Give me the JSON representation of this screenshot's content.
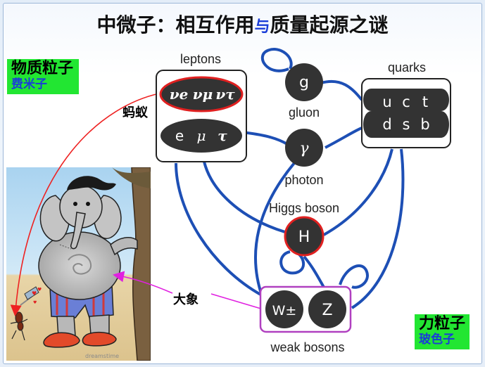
{
  "title": {
    "main": "中微子：相互作用",
    "connector": "与",
    "tail": "质量起源之谜"
  },
  "fermion_box": {
    "line1": "物质粒子",
    "line2": "费米子"
  },
  "boson_box": {
    "line1": "力粒子",
    "line2": "玻色子"
  },
  "annotations": {
    "ant": "蚂蚁",
    "elephant": "大象"
  },
  "diagram": {
    "leptons_label": "leptons",
    "quarks_label": "quarks",
    "gluon_label": "gluon",
    "photon_label": "photon",
    "higgs_label": "Higgs boson",
    "weak_label": "weak bosons",
    "gluon_symbol": "g",
    "photon_symbol": "γ",
    "higgs_symbol": "H",
    "w_symbol": "W±",
    "z_symbol": "Z",
    "neutrinos": [
      "νe",
      "νμ",
      "ντ"
    ],
    "charged_leptons": [
      "e",
      "μ",
      "τ"
    ],
    "quarks_top": [
      "u",
      "c",
      "t"
    ],
    "quarks_bottom": [
      "d",
      "s",
      "b"
    ]
  },
  "colors": {
    "line_blue": "#1d4fb5",
    "node_dark": "#333333",
    "highlight_red": "#e02020",
    "weak_box_purple": "#b040c0",
    "badge_green": "#22e632",
    "title_blue": "#1a3dd8",
    "ant_arrow": "#ee2222",
    "elephant_arrow": "#e020e0"
  },
  "watermark": "dreamstime"
}
